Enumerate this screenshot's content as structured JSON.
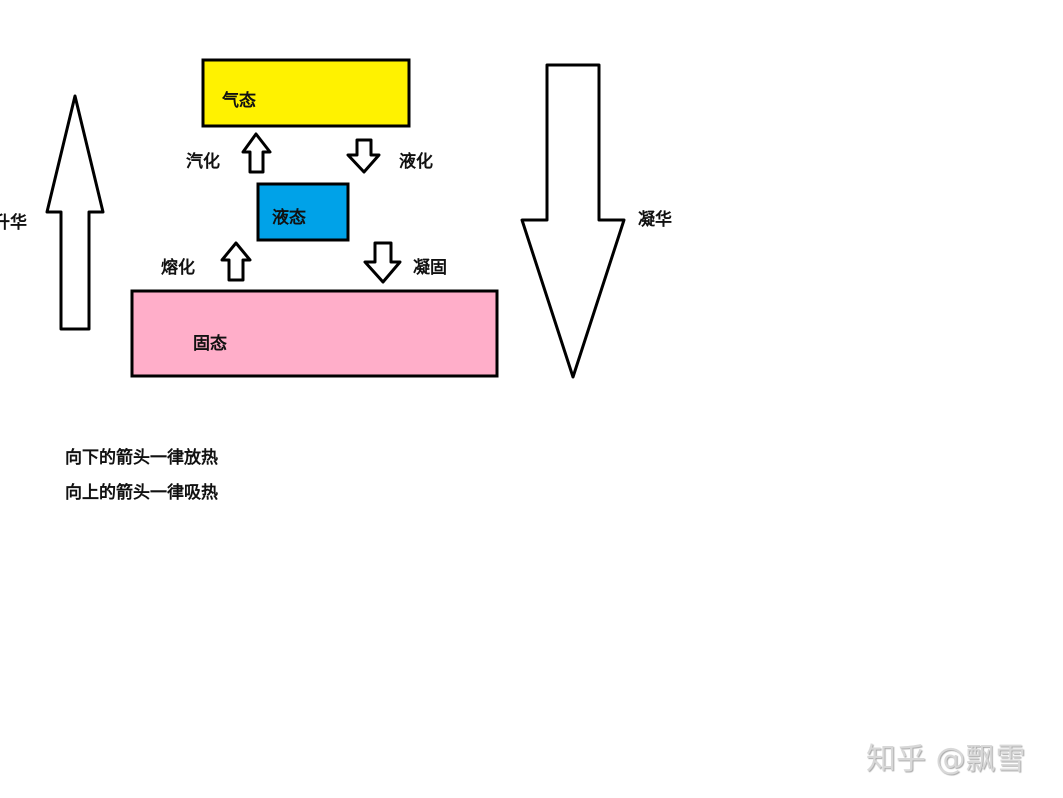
{
  "states": {
    "gas": {
      "label": "气态",
      "color": "#fff200"
    },
    "liquid": {
      "label": "液态",
      "color": "#00a2e8"
    },
    "solid": {
      "label": "固态",
      "color": "#ffaec9"
    }
  },
  "transitions": {
    "vaporization": "汽化",
    "liquefaction": "液化",
    "melting": "熔化",
    "solidification": "凝固",
    "sublimation": "升华",
    "deposition": "凝华"
  },
  "notes": [
    "向下的箭头一律放热",
    "向上的箭头一律吸热"
  ],
  "watermark": "知乎 @飘雪"
}
